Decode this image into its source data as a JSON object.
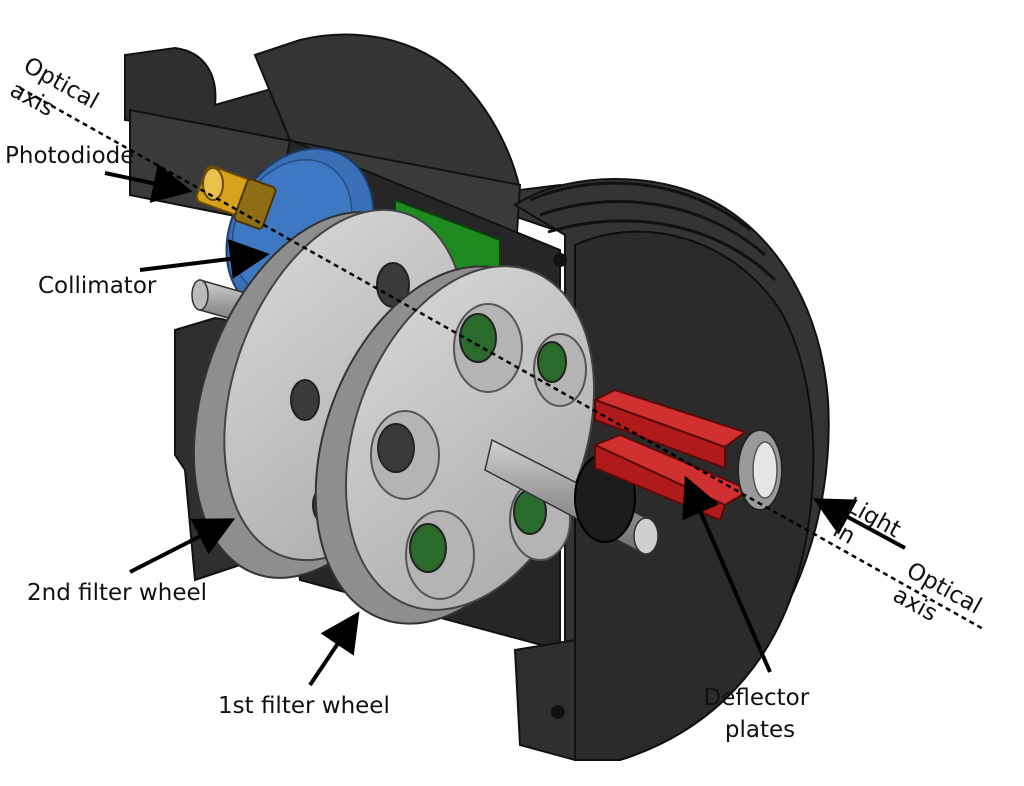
{
  "labels": {
    "optical_axis_top": [
      "Optical",
      "axis"
    ],
    "photodiode": "Photodiode",
    "collimator": "Collimator",
    "second_filter_wheel": "2nd filter wheel",
    "first_filter_wheel": "1st filter wheel",
    "deflector_plates": [
      "Deflector",
      "plates"
    ],
    "light_in": [
      "Light",
      "in"
    ],
    "optical_axis_bottom": [
      "Optical",
      "axis"
    ]
  },
  "colors": {
    "housing_dark": "#2e2e2e",
    "housing_mid": "#3c3c3c",
    "housing_light": "#4a4a4a",
    "wheel_face": "#c8c8c8",
    "wheel_edge": "#8e8e8e",
    "collimator": "#3a6fb5",
    "photodiode": "#d9a21c",
    "deflector": "#b01a1a",
    "spacer_green": "#1f8a1f",
    "shaft": "#a8a8a8"
  },
  "icons": {
    "leader_arrow": "arrow-icon"
  }
}
